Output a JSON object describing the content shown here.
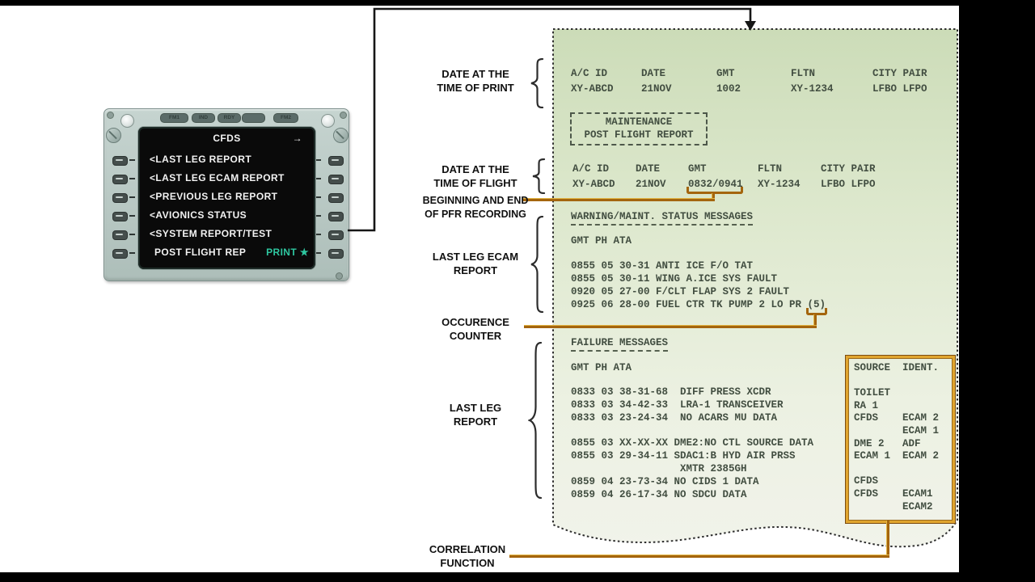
{
  "colors": {
    "paper_green": "#dde8cd",
    "callout_line_orange": "#a4650e",
    "highlight_box_gold": "#e0a52f",
    "print_teal": "#2ec7a0"
  },
  "mcdu": {
    "annunciators": [
      "FM1",
      "IND",
      "RDY",
      "",
      "FM2"
    ],
    "screen": {
      "title": "CFDS",
      "next_page_arrow": "→",
      "menu_items": [
        "<LAST LEG REPORT",
        "<LAST LEG ECAM REPORT",
        "<PREVIOUS LEG REPORT",
        "<AVIONICS STATUS",
        "<SYSTEM REPORT/TEST"
      ],
      "post_flight_label": "POST FLIGHT REP",
      "print_label": "PRINT",
      "print_star": "★"
    }
  },
  "callouts": {
    "date_of_print": {
      "line1": "DATE AT THE",
      "line2": "TIME OF PRINT"
    },
    "date_of_flight": {
      "line1": "DATE AT THE",
      "line2": "TIME OF FLIGHT"
    },
    "pfr_recording": {
      "line1": "BEGINNING AND END",
      "line2": "OF PFR RECORDING"
    },
    "last_leg_ecam": {
      "line1": "LAST LEG ECAM",
      "line2": "REPORT"
    },
    "occurence_counter": {
      "line1": "OCCURENCE",
      "line2": "COUNTER"
    },
    "last_leg_report": {
      "line1": "LAST LEG",
      "line2": "REPORT"
    },
    "correlation_function": {
      "line1": "CORRELATION",
      "line2": "FUNCTION"
    }
  },
  "report": {
    "header_print": {
      "columns": [
        {
          "label": "A/C ID",
          "value": "XY-ABCD"
        },
        {
          "label": "DATE",
          "value": "21NOV"
        },
        {
          "label": "GMT",
          "value": "1002"
        },
        {
          "label": "FLTN",
          "value": "XY-1234"
        },
        {
          "label": "CITY PAIR",
          "value": "LFBO LFPO"
        }
      ]
    },
    "title_box": {
      "line1": "MAINTENANCE",
      "line2": "POST FLIGHT REPORT"
    },
    "header_flight": {
      "columns": [
        {
          "label": "A/C ID",
          "value": "XY-ABCD"
        },
        {
          "label": "DATE",
          "value": "21NOV"
        },
        {
          "label": "GMT",
          "value": "0832/0941"
        },
        {
          "label": "FLTN",
          "value": "XY-1234"
        },
        {
          "label": "CITY PAIR",
          "value": "LFBO LFPO"
        }
      ]
    },
    "warning_section": {
      "heading": "WARNING/MAINT. STATUS MESSAGES",
      "subheading": "GMT PH ATA",
      "lines": [
        "0855 05 30-31 ANTI ICE F/O TAT",
        "0855 05 30-11 WING A.ICE SYS FAULT",
        "0920 05 27-00 F/CLT FLAP SYS 2 FAULT",
        "0925 06 28-00 FUEL CTR TK PUMP 2 LO PR (5)"
      ]
    },
    "failure_section": {
      "heading": "FAILURE MESSAGES",
      "subheading": "GMT PH ATA",
      "group1": [
        "0833 03 38-31-68  DIFF PRESS XCDR",
        "0833 03 34-42-33  LRA-1 TRANSCEIVER",
        "0833 03 23-24-34  NO ACARS MU DATA"
      ],
      "group2": [
        "0855 03 XX-XX-XX DME2:NO CTL SOURCE DATA",
        "0855 03 29-34-11 SDAC1:B HYD AIR PRSS",
        "                  XMTR 2385GH",
        "0859 04 23-73-34 NO CIDS 1 DATA",
        "0859 04 26-17-34 NO SDCU DATA"
      ]
    },
    "source_ident_box": {
      "lines": [
        "SOURCE  IDENT.",
        "",
        "TOILET",
        "RA 1",
        "CFDS    ECAM 2",
        "        ECAM 1",
        "DME 2   ADF",
        "ECAM 1  ECAM 2",
        "",
        "CFDS",
        "CFDS    ECAM1",
        "        ECAM2"
      ]
    }
  }
}
